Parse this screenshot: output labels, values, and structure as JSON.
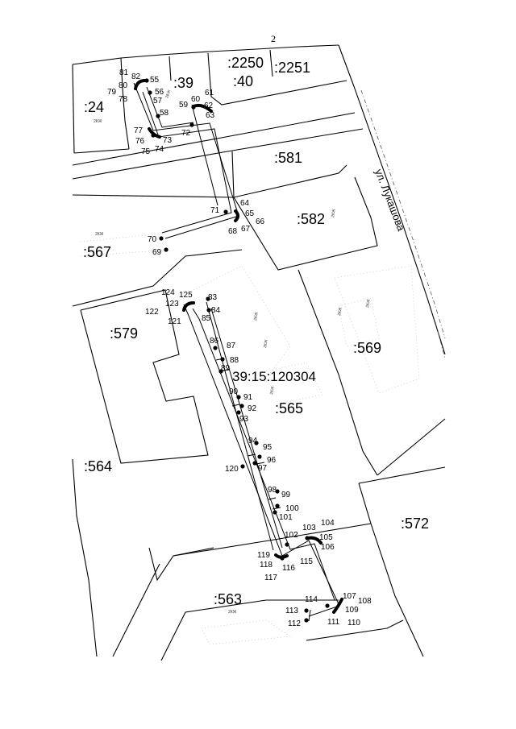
{
  "page_number": "2",
  "street_label": "ул. Лукашова",
  "quarter_label": "39:15:120304",
  "building_mark": "2КЖ",
  "parcels": [
    ":2250",
    ":40",
    ":2251",
    ":39",
    ":24",
    ":581",
    ":582",
    ":567",
    ":579",
    ":569",
    ":565",
    ":564",
    ":572",
    ":563"
  ],
  "points": [
    "55",
    "56",
    "57",
    "58",
    "59",
    "60",
    "61",
    "62",
    "63",
    "64",
    "65",
    "66",
    "67",
    "68",
    "69",
    "70",
    "71",
    "72",
    "73",
    "74",
    "75",
    "76",
    "77",
    "78",
    "79",
    "80",
    "81",
    "82",
    "83",
    "84",
    "85",
    "86",
    "87",
    "88",
    "89",
    "90",
    "91",
    "92",
    "93",
    "94",
    "95",
    "96",
    "97",
    "98",
    "99",
    "100",
    "101",
    "102",
    "103",
    "104",
    "105",
    "106",
    "107",
    "108",
    "109",
    "110",
    "111",
    "112",
    "113",
    "114",
    "115",
    "116",
    "117",
    "118",
    "119",
    "120",
    "121",
    "122",
    "123",
    "124",
    "125"
  ]
}
